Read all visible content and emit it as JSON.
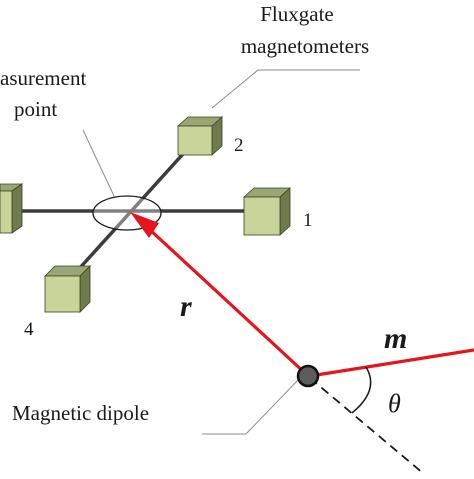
{
  "labels": {
    "fluxgate_line1": "Fluxgate",
    "fluxgate_line2": "magnetometers",
    "measurement_line1": "asurement",
    "measurement_line2": "point",
    "dipole": "Magnetic dipole",
    "sensor_1": "1",
    "sensor_2": "2",
    "sensor_4": "4",
    "vector_r": "r",
    "vector_m": "m",
    "angle": "θ"
  },
  "colors": {
    "vector": "#e8141c",
    "cube_front": "#c8d49a",
    "cube_top": "#9aa774",
    "cube_side": "#6f7a4d",
    "cube_edge": "#3a4026",
    "arm": "#3c3c3c",
    "leader": "#8c8c8c"
  }
}
